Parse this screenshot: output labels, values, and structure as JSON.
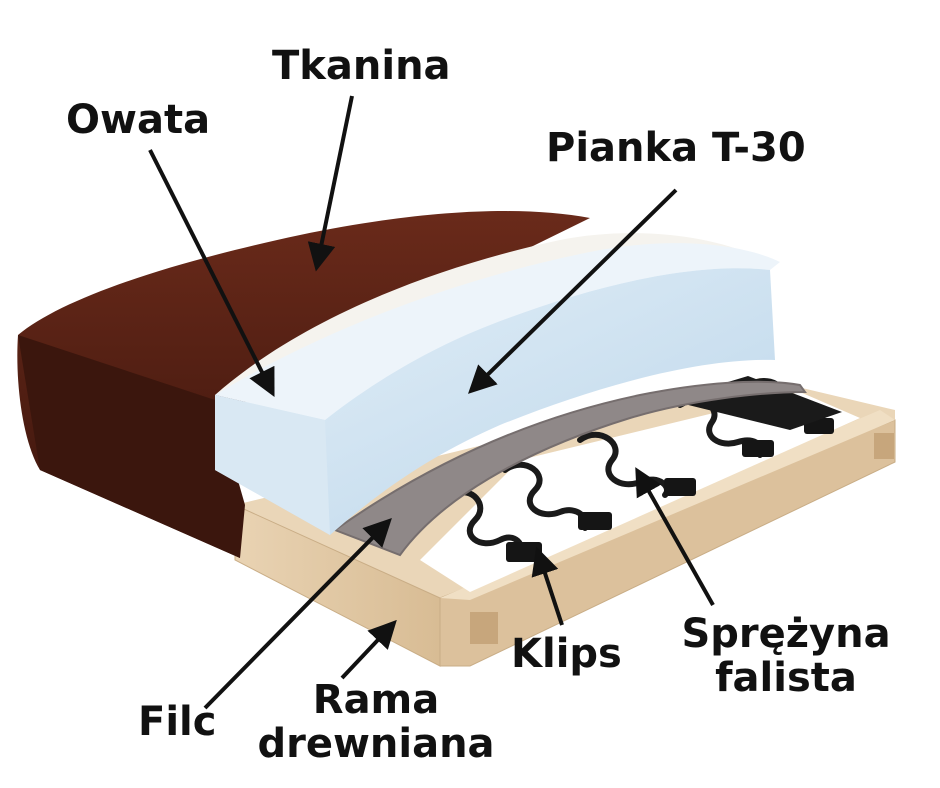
{
  "labels": {
    "tkanina": "Tkanina",
    "owata": "Owata",
    "pianka": "Pianka T-30",
    "filc": "Filc",
    "rama_line1": "Rama",
    "rama_line2": "drewniana",
    "klips": "Klips",
    "sprezyna_line1": "Sprężyna",
    "sprezyna_line2": "falista"
  },
  "colors": {
    "leather": "#4a1d12",
    "leather_dark": "#2e100a",
    "wadding": "#f4f2ec",
    "foam": "#cfe2f0",
    "felt": "#8c8585",
    "wood": "#e6cfae",
    "wood_dark": "#cdb18b",
    "spring": "#1a1a1a",
    "arrow": "#111111"
  }
}
